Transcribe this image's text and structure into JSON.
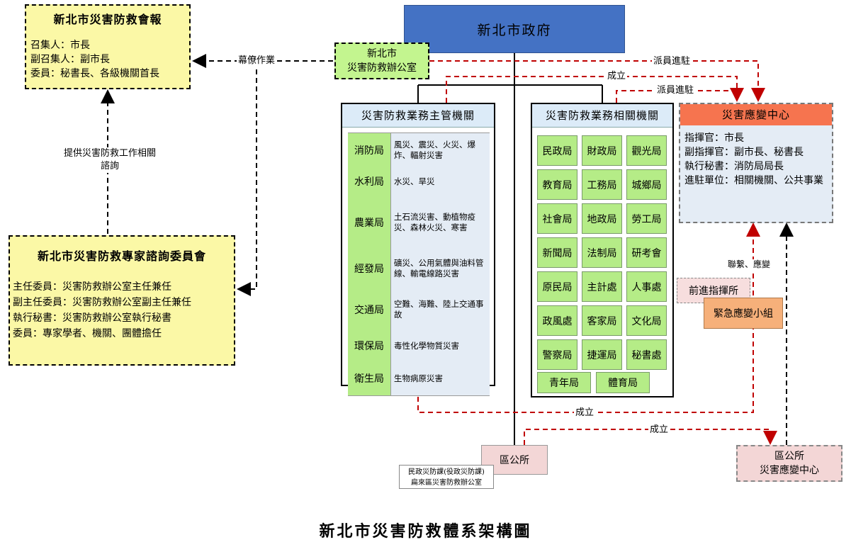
{
  "title": "新北市災害防救體系架構圖",
  "colors": {
    "government": "#4472c4",
    "office": "#c3f58f",
    "yellow": "#fbf8a6",
    "agency": "#b5ec87",
    "emergency_head": "#f6744f",
    "emergency_group": "#f6b07a",
    "district": "#f3d6d6",
    "red_link": "#c00000"
  },
  "government": {
    "name": "新北市政府"
  },
  "office": {
    "line1": "新北市",
    "line2": "災害防救辦公室"
  },
  "council": {
    "title": "新北市災害防救會報",
    "lines": [
      "召集人：市長",
      "副召集人：副市長",
      "委員：秘書長、各級機關首長"
    ]
  },
  "committee": {
    "title": "新北市災害防救專家諮詢委員會",
    "lines": [
      "主任委員：災害防救辦公室主任兼任",
      "副主任委員：災害防救辦公室副主任兼任",
      "執行秘書：災害防救辦公室執行秘書",
      "委員：專家學者、機關、團體擔任"
    ]
  },
  "responsible": {
    "title": "災害防救業務主管機關",
    "rows": [
      {
        "name": "消防局",
        "desc": "風災、震災、火災、爆炸、輻射災害"
      },
      {
        "name": "水利局",
        "desc": "水災、旱災"
      },
      {
        "name": "農業局",
        "desc": "土石流災害、動植物疫災、森林火災、寒害"
      },
      {
        "name": "經發局",
        "desc": "礦災、公用氣體與油料管線、輸電線路災害"
      },
      {
        "name": "交通局",
        "desc": "空難、海難、陸上交通事故"
      },
      {
        "name": "環保局",
        "desc": "毒性化學物質災害"
      },
      {
        "name": "衛生局",
        "desc": "生物病原災害"
      }
    ]
  },
  "related": {
    "title": "災害防救業務相關機關",
    "agencies": [
      "民政局",
      "財政局",
      "觀光局",
      "教育局",
      "工務局",
      "城鄉局",
      "社會局",
      "地政局",
      "勞工局",
      "新聞局",
      "法制局",
      "研考會",
      "原民局",
      "主計處",
      "人事處",
      "政風處",
      "客家局",
      "文化局",
      "警察局",
      "捷運局",
      "秘書處"
    ],
    "bottom": [
      "青年局",
      "體育局"
    ]
  },
  "eoc": {
    "title": "災害應變中心",
    "lines": [
      "指揮官：市長",
      "副指揮官：副市長、秘書長",
      "執行秘書：消防局局長",
      "進駐單位：相關機關、公共事業"
    ]
  },
  "forward_command": "前進指揮所",
  "emergency_group": "緊急應變小組",
  "district_office": "區公所",
  "district_note": {
    "line1": "民政災防課(役政災防課)",
    "line2": "扁來區災害防救辦公室"
  },
  "district_eoc": {
    "line1": "區公所",
    "line2": "災害應變中心"
  },
  "links": {
    "staff": "幕僚作業",
    "consult_line1": "提供災害防救工作相關",
    "consult_line2": "諮詢",
    "dispatch": "派員進駐",
    "establish": "成立",
    "contact": "聯繫、應變"
  }
}
